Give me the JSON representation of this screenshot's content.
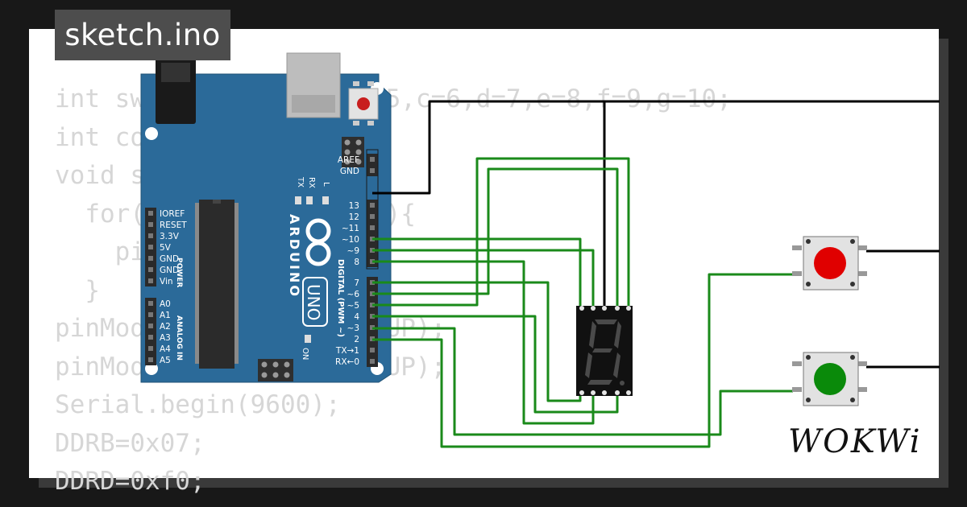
{
  "title": "sketch.ino",
  "code_lines": [
    "int sw1=2,sw2=3,a=4,b=5,c=6,d=7,e=8,f=9,g=10;",
    "int count=0;",
    "void setup(){",
    "  for(int i=4;i<11;i++){",
    "    pinMode(i,OUTPUT);",
    "  }",
    "pinMode(sw1,INPUT_PULLUP);",
    "pinMode(sw2,INPUT_PULLUP);",
    "Serial.begin(9600);",
    "DDRB=0x07;",
    "DDRD=0xf0;"
  ],
  "board": {
    "brand": "ARDUINO",
    "model": "UNO",
    "power_labels": [
      "IOREF",
      "RESET",
      "3.3V",
      "5V",
      "GND",
      "GND",
      "Vin"
    ],
    "power_header": "POWER",
    "analog_labels": [
      "A0",
      "A1",
      "A2",
      "A3",
      "A4",
      "A5"
    ],
    "analog_header": "ANALOG IN",
    "digital_labels": [
      "AREF",
      "GND",
      "13",
      "12",
      "~11",
      "~10",
      "~9",
      "8",
      "7",
      "~6",
      "~5",
      "4",
      "~3",
      "2",
      "TX→1",
      "RX←0"
    ],
    "digital_header": "DIGITAL (PWM ~)",
    "led_labels": [
      "TX",
      "RX",
      "L"
    ],
    "on_label": "ON"
  },
  "buttons": [
    {
      "name": "red-pushbutton",
      "color": "#e00000"
    },
    {
      "name": "green-pushbutton",
      "color": "#0a8a0a"
    }
  ],
  "colors": {
    "board": "#2b6a99",
    "wire_green": "#1a8a1a",
    "wire_black": "#000000",
    "code_text": "#d6d6d6",
    "badge_bg": "#4d4d4d"
  },
  "logo": "WOKWi"
}
